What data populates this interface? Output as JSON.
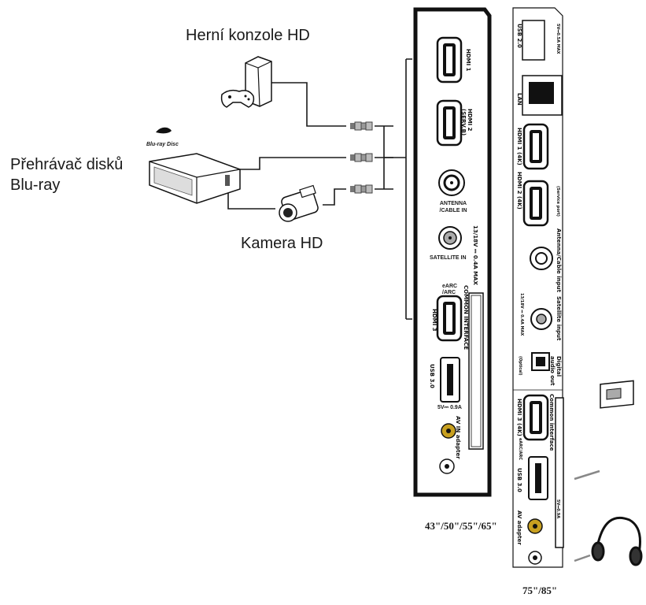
{
  "devices": {
    "game_console": "Herní konzole HD",
    "bluray_player_line1": "Přehrávač disků",
    "bluray_player_line2": "Blu-ray",
    "bluray_logo": "Blu-ray Disc",
    "camera": "Kamera HD"
  },
  "panel_small": {
    "caption": "43\"/50\"/55\"/65\"",
    "ports": {
      "hdmi1": "HDMI 1",
      "hdmi2": "HDMI 2 (SERV.B)",
      "antenna": "ANTENNA /CABLE IN",
      "satellite_spec": "13/18V ⎓ 0.4A MAX",
      "satellite": "SATELLITE IN",
      "hdmi3_arc": "eARC /ARC",
      "hdmi3": "HDMI 3",
      "common_interface": "COMMON INTERFACE",
      "usb": "USB 3.0",
      "usb_spec": "5V⎓ 0.9A",
      "av_in": "AV IN adapter"
    }
  },
  "panel_large": {
    "caption": "75\"/85\"",
    "ports": {
      "usb20": "USB 2.0",
      "usb20_spec": "5V⎓0.5A MAX",
      "lan": "LAN",
      "hdmi1": "HDMI 1 (4K)",
      "hdmi2": "HDMI 2 (4K)",
      "hdmi2_sub": "(Service port)",
      "antenna": "Antenna/Cable input",
      "satellite": "Satellite input",
      "satellite_spec": "13/18V ⎓ 0.4A MAX",
      "optical": "Digital audio out",
      "optical_sub": "(Optical)",
      "hdmi3": "HDMI 3 (4K)",
      "hdmi3_sub": "eARC/ARC",
      "common_interface": "Common interface",
      "usb": "USB 3.0",
      "usb_spec": "5V⎓0.9A",
      "av": "AV adapter"
    }
  },
  "colors": {
    "line": "#1a1a1a",
    "panel_fill": "#ffffff",
    "connector": "#555555",
    "av_jack": "#c8a020"
  }
}
